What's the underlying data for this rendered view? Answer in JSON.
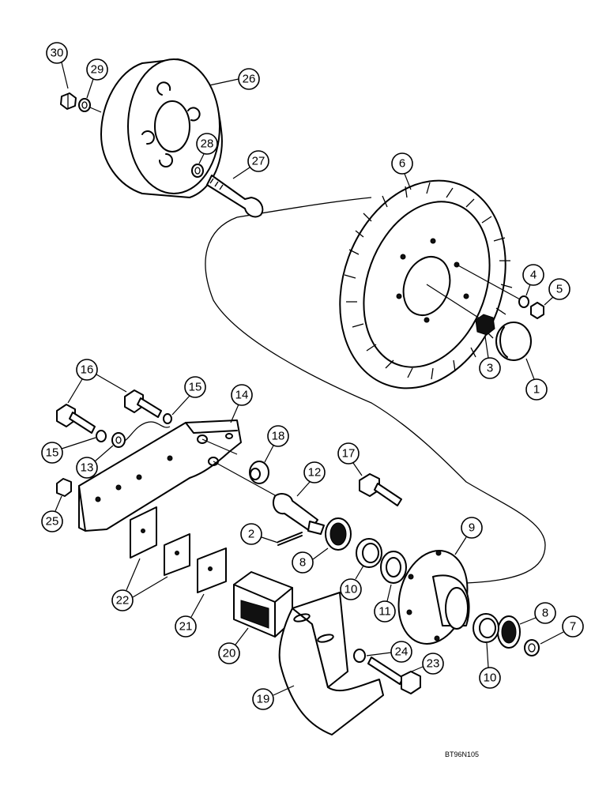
{
  "diagram": {
    "reference_code": "BT96N105",
    "callouts": [
      "30",
      "29",
      "26",
      "28",
      "27",
      "6",
      "4",
      "5",
      "3",
      "1",
      "16",
      "15",
      "15",
      "14",
      "18",
      "13",
      "25",
      "17",
      "12",
      "9",
      "2",
      "8",
      "22",
      "10",
      "11",
      "21",
      "20",
      "8",
      "7",
      "24",
      "23",
      "10",
      "19"
    ]
  }
}
